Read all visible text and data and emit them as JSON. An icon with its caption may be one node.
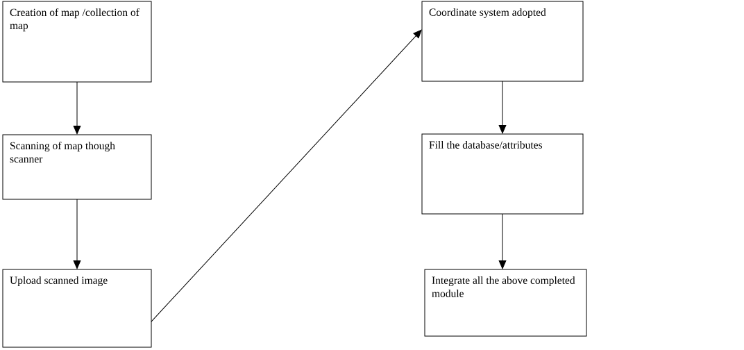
{
  "diagram": {
    "nodes": [
      {
        "text": [
          "Creation of map /collection of map"
        ]
      },
      {
        "text": [
          "Scanning of map though scanner"
        ]
      },
      {
        "text": [
          "Upload scanned image"
        ]
      },
      {
        "text": [
          "Coordinate system adopted"
        ]
      },
      {
        "text": [
          "Fill the database/attributes"
        ]
      },
      {
        "text": [
          "Integrate all the above completed module"
        ]
      }
    ],
    "edges": [
      {
        "from": 0,
        "to": 1,
        "arrow": "to"
      },
      {
        "from": 1,
        "to": 2,
        "arrow": "to"
      },
      {
        "from": 2,
        "to": 3,
        "arrow": "to"
      },
      {
        "from": 3,
        "to": 4,
        "arrow": "to"
      },
      {
        "from": 4,
        "to": 5,
        "arrow": "to"
      }
    ]
  }
}
